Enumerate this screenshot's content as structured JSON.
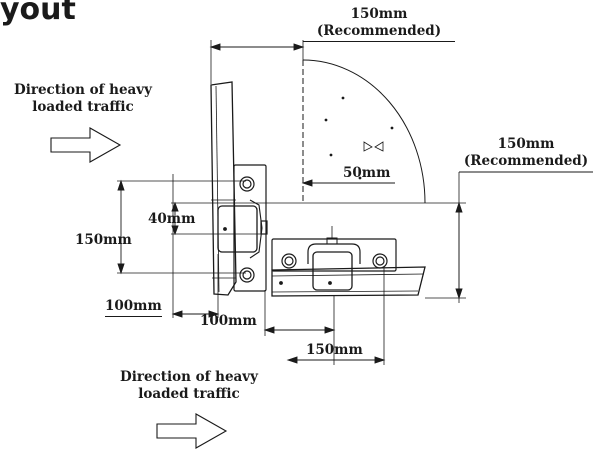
{
  "heading": "yout",
  "labels": {
    "top_dim_value": "150mm",
    "top_dim_note": "(Recommended)",
    "right_dim_value": "150mm",
    "right_dim_note": "(Recommended)",
    "traffic_top_line1": "Direction of heavy",
    "traffic_top_line2": "loaded traffic",
    "traffic_bottom_line1": "Direction of heavy",
    "traffic_bottom_line2": "loaded traffic",
    "dim_50": "50mm",
    "dim_40": "40mm",
    "dim_150_left": "150mm",
    "dim_100_left": "100mm",
    "dim_100_bottom": "100mm",
    "dim_150_bottom": "150mm"
  },
  "icons": {
    "traffic_arrow_top": "right-arrow-outline-icon",
    "traffic_arrow_bottom": "right-arrow-outline-icon",
    "door_swing": "door-swing-arc-icon",
    "hinge_vertical": "hinge-icon",
    "hinge_horizontal": "hinge-icon"
  },
  "colors": {
    "ink": "#1a1a1a",
    "background": "#ffffff"
  }
}
